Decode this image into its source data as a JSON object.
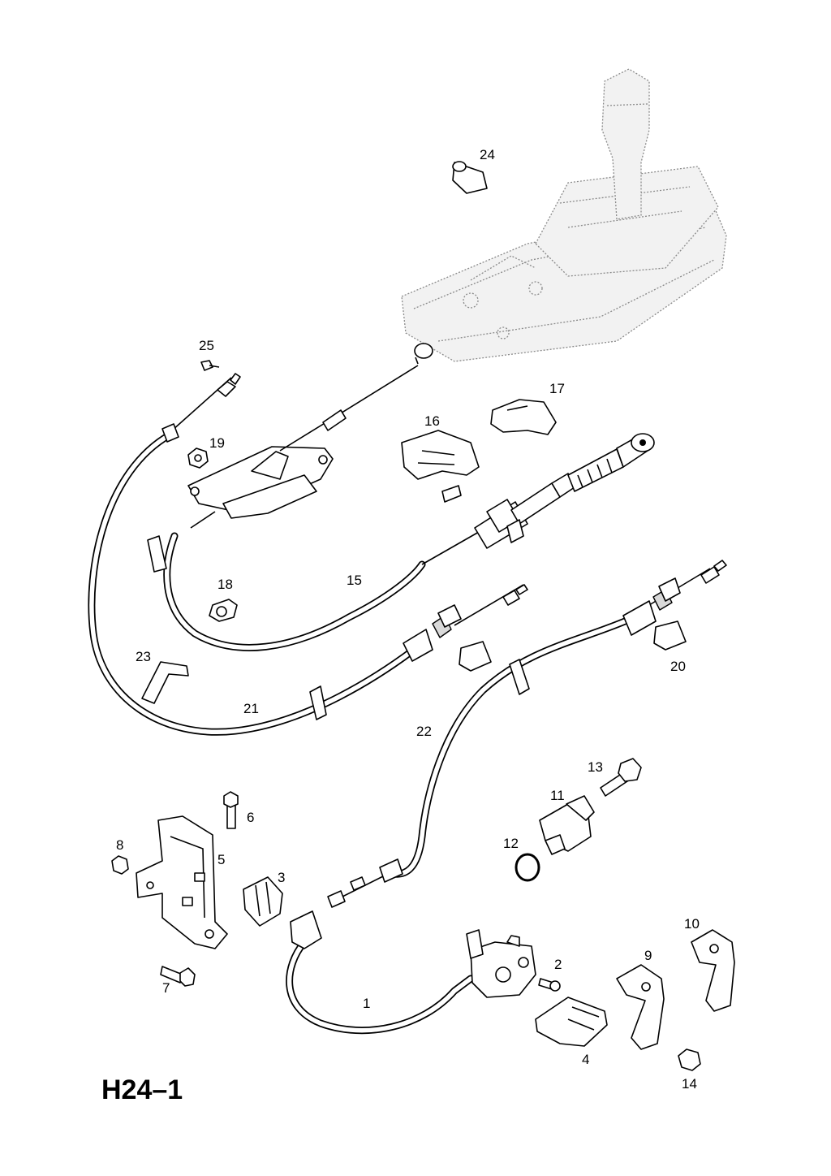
{
  "diagram_code": "H24–1",
  "callouts": {
    "c1": "1",
    "c2": "2",
    "c3": "3",
    "c4": "4",
    "c5": "5",
    "c6": "6",
    "c7": "7",
    "c8": "8",
    "c9": "9",
    "c10": "10",
    "c11": "11",
    "c12": "12",
    "c13": "13",
    "c14": "14",
    "c15": "15",
    "c16": "16",
    "c17": "17",
    "c18": "18",
    "c19": "19",
    "c20": "20",
    "c21": "21",
    "c22": "22",
    "c23": "23",
    "c24": "24",
    "c25": "25"
  }
}
